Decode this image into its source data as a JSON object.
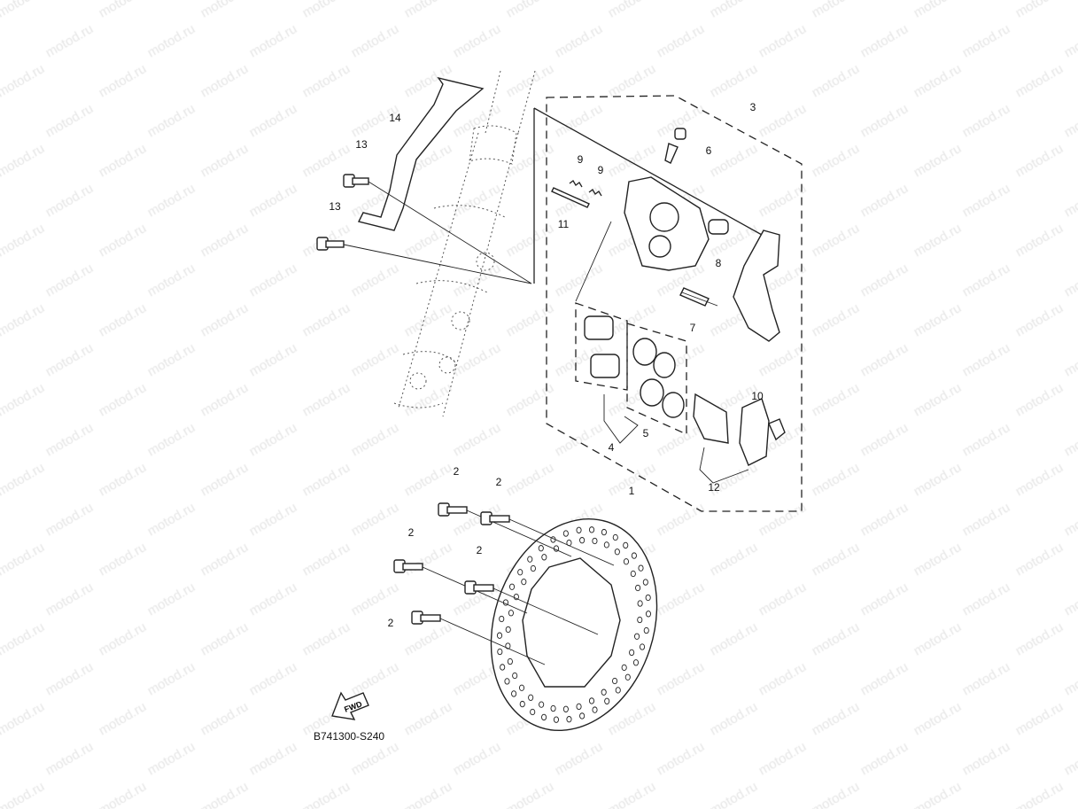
{
  "watermark": "motod.ru",
  "diagram_code": "B741300-S240",
  "fwd_label": "FWD",
  "callouts": [
    "1",
    "2",
    "2",
    "2",
    "2",
    "2",
    "3",
    "4",
    "5",
    "6",
    "7",
    "8",
    "9",
    "9",
    "10",
    "11",
    "12",
    "13",
    "13",
    "14"
  ]
}
